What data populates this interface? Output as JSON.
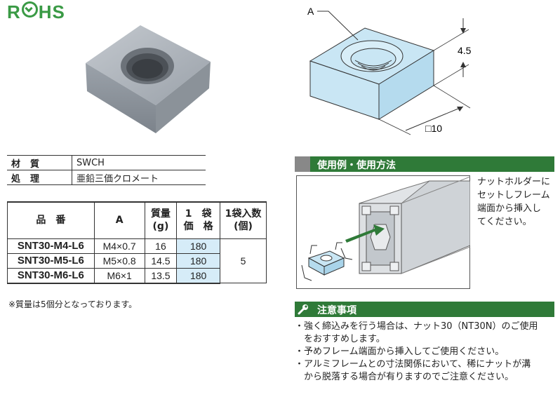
{
  "logo": {
    "text_r": "R",
    "text_hs": "HS"
  },
  "spec_table": [
    {
      "key": "材質",
      "value": "SWCH"
    },
    {
      "key": "処理",
      "value": "亜鉛三価クロメート"
    }
  ],
  "parts_table": {
    "headers": {
      "part": "品　番",
      "a": "A",
      "mass": "質量\n(g)",
      "price": "1　袋\n価　格",
      "qty": "1袋入数\n(個)"
    },
    "rows": [
      {
        "part": "SNT30-M4-L6",
        "a": "M4×0.7",
        "mass": "16",
        "price": "180"
      },
      {
        "part": "SNT30-M5-L6",
        "a": "M5×0.8",
        "mass": "14.5",
        "price": "180"
      },
      {
        "part": "SNT30-M6-L6",
        "a": "M6×1",
        "mass": "13.5",
        "price": "180"
      }
    ],
    "qty": "5"
  },
  "footnote": "※質量は5個分となっております。",
  "drawing": {
    "label_a": "A",
    "dim_height": "4.5",
    "dim_width": "□10"
  },
  "usage": {
    "title": "使用例・使用方法",
    "lines": [
      "ナットホルダーに",
      "セットしフレーム",
      "端面から挿入し",
      "てください。"
    ]
  },
  "caution": {
    "title": "注意事項",
    "items": [
      "・強く締込みを行う場合は、ナット30（NT30N）のご使用",
      "　をおすすめします。",
      "・予めフレーム端面から挿入してご使用ください。",
      "・アルミフレームとの寸法関係において、稀にナットが溝",
      "　から脱落する場合が有りますのでご注意ください。"
    ]
  },
  "colors": {
    "accent_green": "#2f7a38",
    "price_bg": "#d6ecf8",
    "drawing_fill": "#c9e6f4"
  }
}
